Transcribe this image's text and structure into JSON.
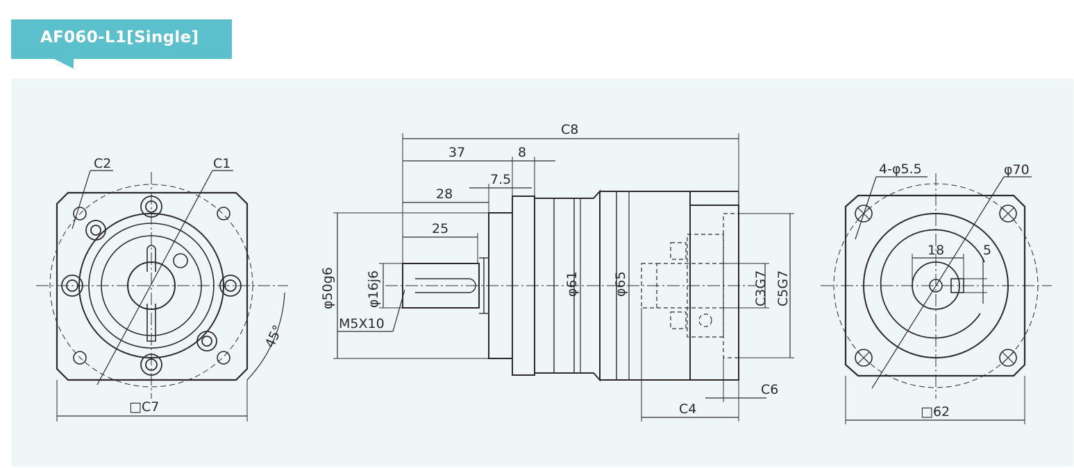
{
  "title": "AF060-L1[Single]",
  "colors": {
    "accent": "#5bc0cc",
    "panel": "#eef6f8",
    "line": "#2a2a2a"
  },
  "front_view": {
    "hole_label": "C2",
    "pcd_label": "C1",
    "angle_label": "45°",
    "square_label": "□C7"
  },
  "side_view": {
    "overall_length": "C8",
    "dim_37": "37",
    "dim_8": "8",
    "dim_7_5": "7.5",
    "dim_28": "28",
    "dim_25": "25",
    "pilot_dia": "φ50g6",
    "shaft_dia": "φ16j6",
    "tap_hole": "M5X10",
    "body_dia_61": "φ61",
    "body_dia_65": "φ65",
    "motor_shaft_fit": "C3G7",
    "motor_pilot_fit": "C5G7",
    "motor_flange_thickness": "C6",
    "motor_shaft_length": "C4"
  },
  "rear_view": {
    "mount_holes": "4-φ5.5",
    "pcd": "φ70",
    "dim_18": "18",
    "dim_5": "5",
    "square": "□62"
  }
}
